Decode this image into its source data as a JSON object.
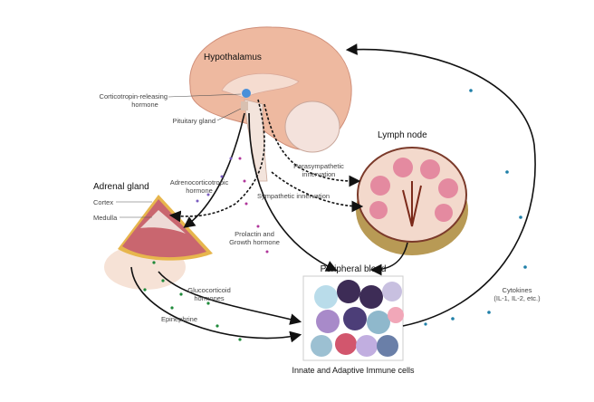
{
  "labels": {
    "hypothalamus": "Hypothalamus",
    "crh_line1": "Corticotropin-releasing",
    "crh_line2": "hormone",
    "pituitary": "Pituitary gland",
    "lymph_node": "Lymph node",
    "adrenal_gland": "Adrenal gland",
    "cortex": "Cortex",
    "medulla": "Medulla",
    "acth_line1": "Adrenocorticotropic",
    "acth_line2": "hormone",
    "parasympathetic_line1": "Parasympathetic",
    "parasympathetic_line2": "innervation",
    "sympathetic": "Sympathetic innervation",
    "prolactin_line1": "Prolactin and",
    "prolactin_line2": "Growth hormone",
    "peripheral_blood": "Peripheral blood",
    "glucocorticoid_line1": "Glucocorticoid",
    "glucocorticoid_line2": "hormones",
    "epinephrine": "Epinephrine",
    "cytokines_line1": "Cytokines",
    "cytokines_line2": "(IL-1, IL-2, etc.)",
    "immune_cells": "Innate and Adaptive Immune cells"
  },
  "colors": {
    "brain": "#eeb9a0",
    "hypothalamus": "#4a90d9",
    "adrenal": "#c9666f",
    "lymph": "#e48aa0",
    "glucocorticoid_dots": "#1f8a3a",
    "cytokine_dots": "#1f7fa8",
    "acth_dots": "#7a5cc0",
    "prolactin_dots": "#b0369a"
  }
}
